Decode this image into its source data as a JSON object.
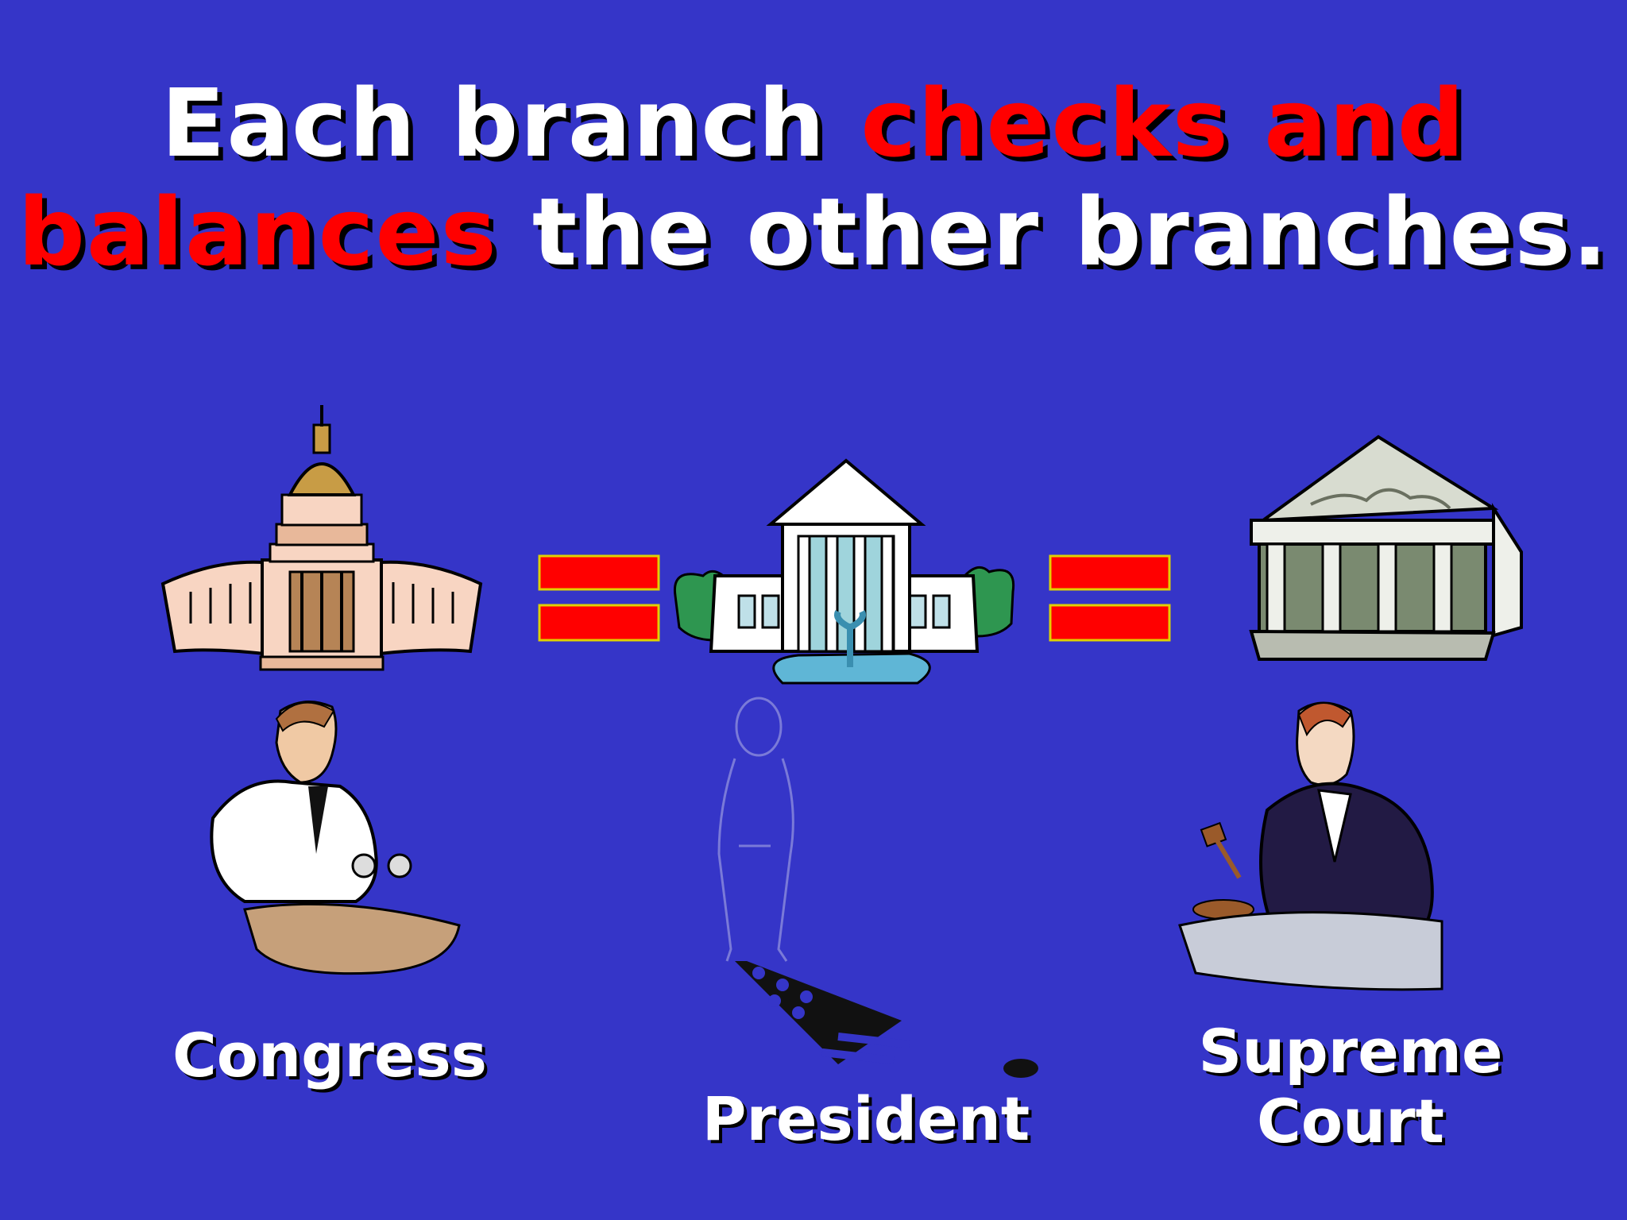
{
  "slide": {
    "title": {
      "line1_white": "Each branch ",
      "line1_red": "checks and",
      "line2_red": "balances",
      "line2_white": " the other branches."
    },
    "labels": {
      "congress": "Congress",
      "president": "President",
      "supreme_court_line1": "Supreme",
      "supreme_court_line2": "Court"
    }
  }
}
